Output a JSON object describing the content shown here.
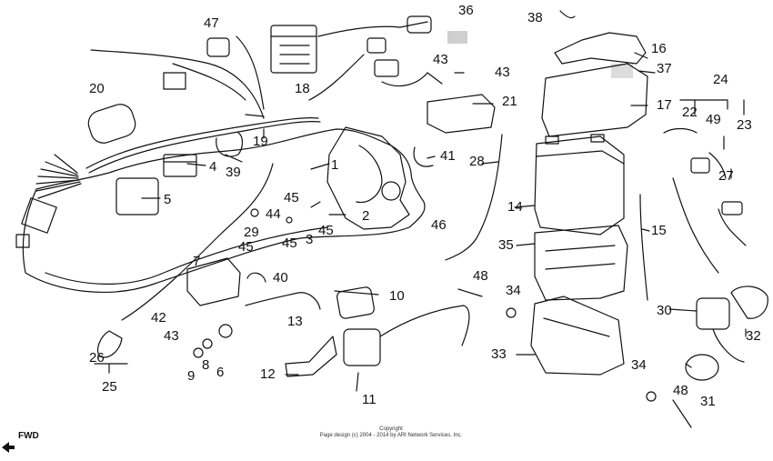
{
  "diagram": {
    "callouts": [
      {
        "id": "c1",
        "text": "1"
      },
      {
        "id": "c2",
        "text": "2"
      },
      {
        "id": "c3",
        "text": "3"
      },
      {
        "id": "c4",
        "text": "4"
      },
      {
        "id": "c5",
        "text": "5"
      },
      {
        "id": "c6",
        "text": "6"
      },
      {
        "id": "c7",
        "text": "7"
      },
      {
        "id": "c8",
        "text": "8"
      },
      {
        "id": "c9",
        "text": "9"
      },
      {
        "id": "c10",
        "text": "10"
      },
      {
        "id": "c11",
        "text": "11"
      },
      {
        "id": "c12",
        "text": "12"
      },
      {
        "id": "c13",
        "text": "13"
      },
      {
        "id": "c14",
        "text": "14"
      },
      {
        "id": "c15",
        "text": "15"
      },
      {
        "id": "c16",
        "text": "16"
      },
      {
        "id": "c17",
        "text": "17"
      },
      {
        "id": "c18",
        "text": "18"
      },
      {
        "id": "c19",
        "text": "19"
      },
      {
        "id": "c20",
        "text": "20"
      },
      {
        "id": "c21",
        "text": "21"
      },
      {
        "id": "c22",
        "text": "22"
      },
      {
        "id": "c23",
        "text": "23"
      },
      {
        "id": "c24",
        "text": "24"
      },
      {
        "id": "c25",
        "text": "25"
      },
      {
        "id": "c26",
        "text": "26"
      },
      {
        "id": "c27",
        "text": "27"
      },
      {
        "id": "c28",
        "text": "28"
      },
      {
        "id": "c29",
        "text": "29"
      },
      {
        "id": "c30",
        "text": "30"
      },
      {
        "id": "c31",
        "text": "31"
      },
      {
        "id": "c32",
        "text": "32"
      },
      {
        "id": "c33",
        "text": "33"
      },
      {
        "id": "c34a",
        "text": "34"
      },
      {
        "id": "c34b",
        "text": "34"
      },
      {
        "id": "c35",
        "text": "35"
      },
      {
        "id": "c36",
        "text": "36"
      },
      {
        "id": "c37",
        "text": "37"
      },
      {
        "id": "c38",
        "text": "38"
      },
      {
        "id": "c39",
        "text": "39"
      },
      {
        "id": "c40",
        "text": "40"
      },
      {
        "id": "c41",
        "text": "41"
      },
      {
        "id": "c42",
        "text": "42"
      },
      {
        "id": "c43a",
        "text": "43"
      },
      {
        "id": "c43b",
        "text": "43"
      },
      {
        "id": "c43c",
        "text": "43"
      },
      {
        "id": "c44",
        "text": "44"
      },
      {
        "id": "c45a",
        "text": "45"
      },
      {
        "id": "c45b",
        "text": "45"
      },
      {
        "id": "c45c",
        "text": "45"
      },
      {
        "id": "c45d",
        "text": "45"
      },
      {
        "id": "c46",
        "text": "46"
      },
      {
        "id": "c47",
        "text": "47"
      },
      {
        "id": "c48a",
        "text": "48"
      },
      {
        "id": "c48b",
        "text": "48"
      },
      {
        "id": "c49",
        "text": "49"
      }
    ],
    "fwd_label": "FWD",
    "copyright_line1": "Copyright",
    "copyright_line2": "Page design (c) 2004 - 2014 by ARI Network Services, Inc."
  }
}
